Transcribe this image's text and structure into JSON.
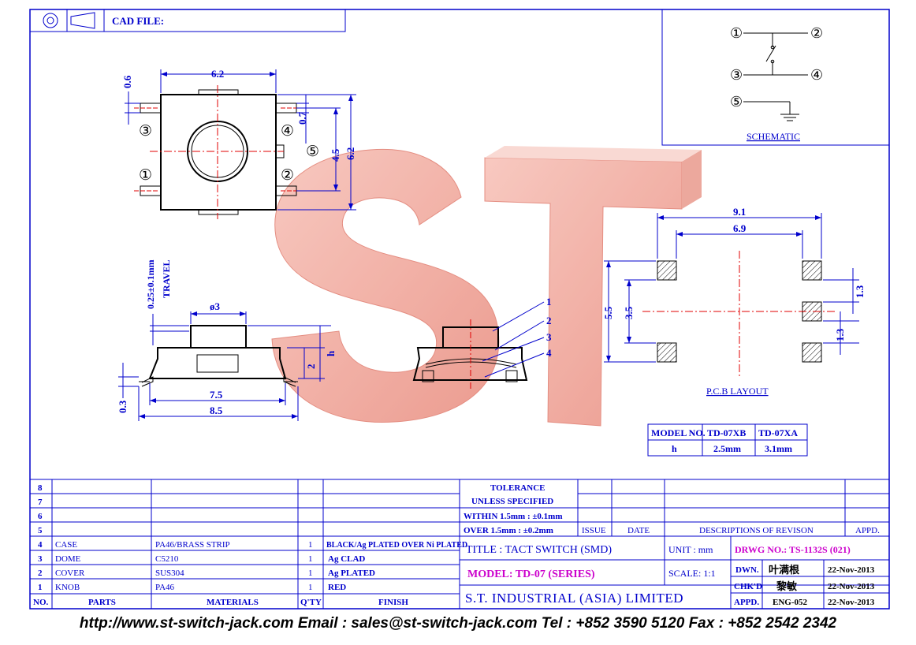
{
  "header": {
    "cad_file_label": "CAD FILE:"
  },
  "watermark": {
    "text": "ST"
  },
  "schematic": {
    "title": "SCHEMATIC",
    "pins": [
      "①",
      "②",
      "③",
      "④",
      "⑤"
    ]
  },
  "top_view": {
    "dim_width": "6.2",
    "dim_top_offset": "0.6",
    "dim_pin_gap": "0.7",
    "dim_inner": "4.5",
    "dim_height": "6.2",
    "pins": [
      "③",
      "④",
      "⑤",
      "①",
      "②"
    ]
  },
  "side_view": {
    "travel_value": "0.25±0.1mm",
    "travel_label": "TRAVEL",
    "knob_dia": "ø3",
    "dim_2": "2",
    "dim_h": "h",
    "dim_03": "0.3",
    "dim_75": "7.5",
    "dim_85": "8.5"
  },
  "section_view": {
    "callouts": [
      "1",
      "2",
      "3",
      "4"
    ]
  },
  "pcb": {
    "title": "P.C.B LAYOUT",
    "dim_91": "9.1",
    "dim_69": "6.9",
    "dim_55": "5.5",
    "dim_35": "3.5",
    "dim_13a": "1.3",
    "dim_13b": "1.3"
  },
  "model_table": {
    "headers": [
      "MODEL NO.",
      "TD-07XB",
      "TD-07XA"
    ],
    "row": [
      "h",
      "2.5mm",
      "3.1mm"
    ]
  },
  "bom": {
    "rows": [
      {
        "no": "8",
        "part": "",
        "material": "",
        "qty": "",
        "finish": ""
      },
      {
        "no": "7",
        "part": "",
        "material": "",
        "qty": "",
        "finish": ""
      },
      {
        "no": "6",
        "part": "",
        "material": "",
        "qty": "",
        "finish": ""
      },
      {
        "no": "5",
        "part": "",
        "material": "",
        "qty": "",
        "finish": ""
      },
      {
        "no": "4",
        "part": "CASE",
        "material": "PA46/BRASS STRIP",
        "qty": "1",
        "finish": "BLACK/Ag PLATED OVER Ni PLATED"
      },
      {
        "no": "3",
        "part": "DOME",
        "material": "C5210",
        "qty": "1",
        "finish": "Ag CLAD"
      },
      {
        "no": "2",
        "part": "COVER",
        "material": "SUS304",
        "qty": "1",
        "finish": "Ag PLATED"
      },
      {
        "no": "1",
        "part": "KNOB",
        "material": "PA46",
        "qty": "1",
        "finish": "RED"
      }
    ],
    "headers": {
      "no": "NO.",
      "parts": "PARTS",
      "materials": "MATERIALS",
      "qty": "Q'TY",
      "finish": "FINISH"
    }
  },
  "tolerance": {
    "title": "TOLERANCE",
    "line2": "UNLESS   SPECIFIED",
    "line3": "WITHIN  1.5mm : ±0.1mm",
    "line4": "OVER    1.5mm : ±0.2mm"
  },
  "revision": {
    "issue": "ISSUE",
    "date": "DATE",
    "desc": "DESCRIPTIONS OF REVISON",
    "appd": "APPD."
  },
  "title_block": {
    "title": "TITLE : TACT SWITCH (SMD)",
    "model": "MODEL: TD-07 (SERIES)",
    "company": "S.T. INDUSTRIAL  (ASIA)  LIMITED",
    "unit": "UNIT :   mm",
    "scale": "SCALE:   1:1",
    "drwg": "DRWG NO.: TS-1132S (021)",
    "dwn_label": "DWN.",
    "dwn_name": "叶满根",
    "dwn_date": "22-Nov-2013",
    "chk_label": "CHK'D",
    "chk_name": "黎敏",
    "chk_date": "22-Nov-2013",
    "appd_label": "APPD.",
    "appd_name": "ENG-052",
    "appd_date": "22-Nov-2013"
  },
  "footer": {
    "text": "http://www.st-switch-jack.com  Email : sales@st-switch-jack.com  Tel : +852 3590 5120  Fax : +852 2542 2342"
  }
}
